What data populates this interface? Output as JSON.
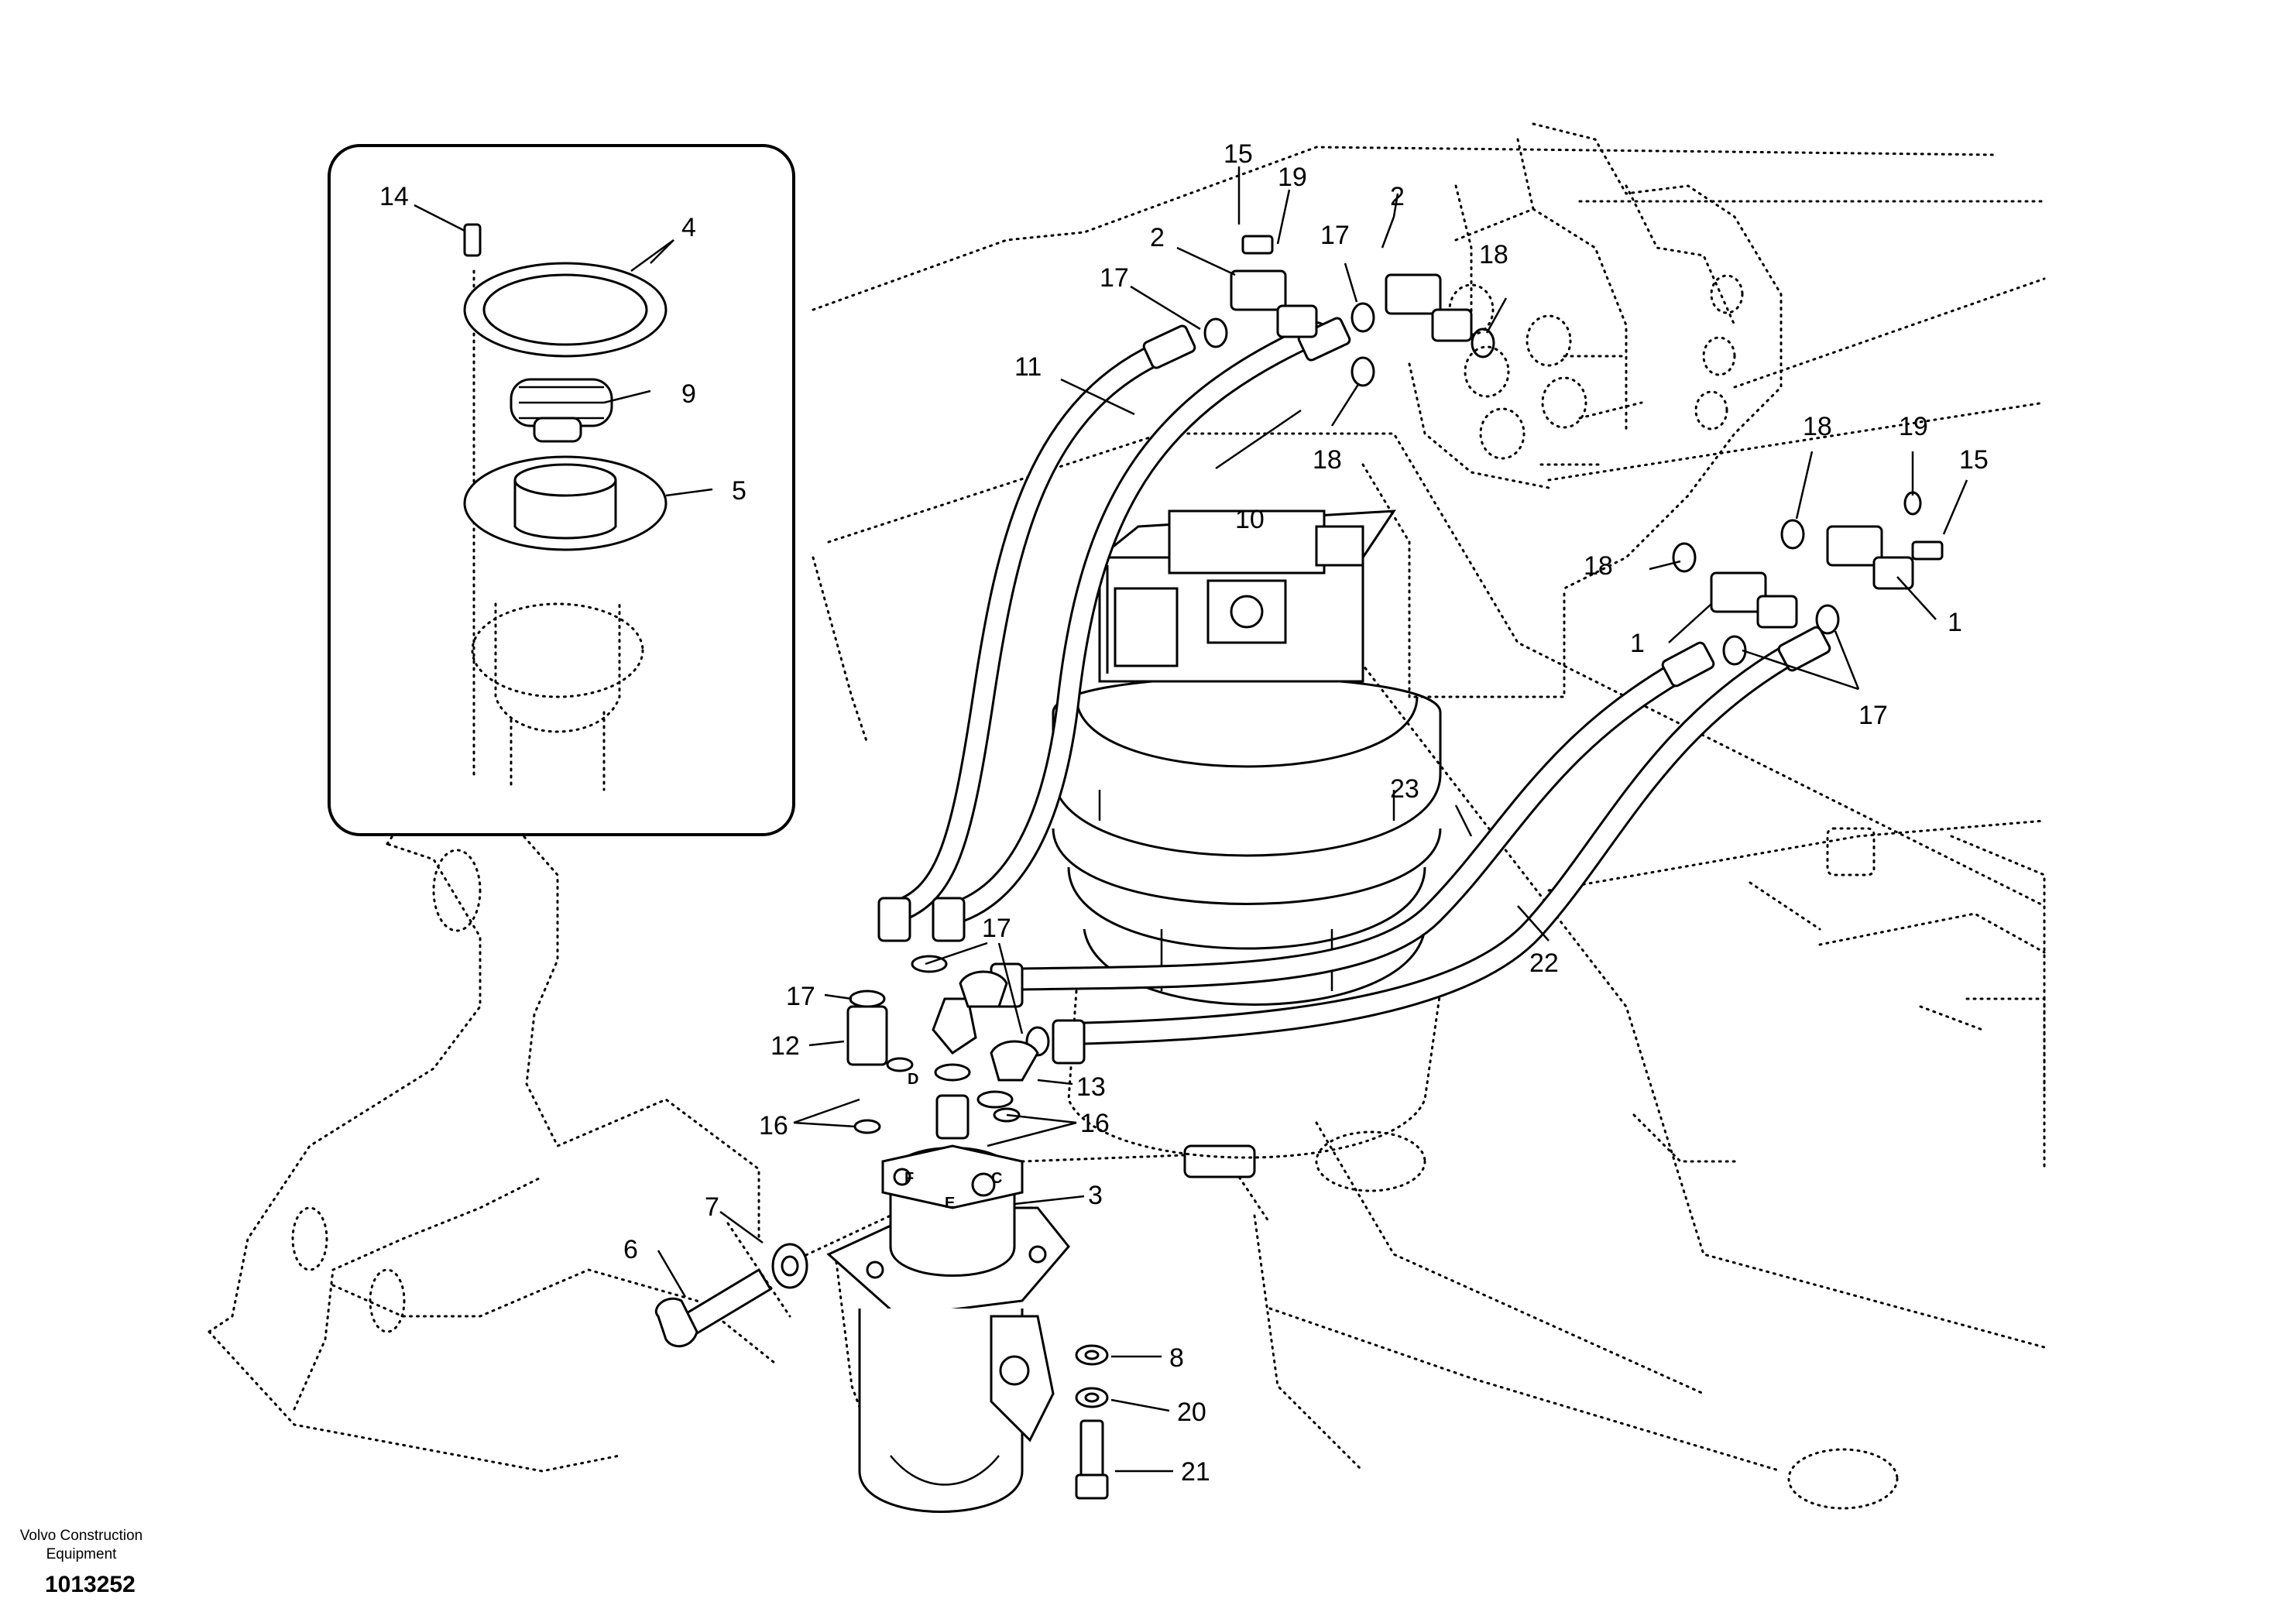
{
  "callouts": {
    "c1a": "1",
    "c1b": "1",
    "c2a": "2",
    "c2b": "2",
    "c3": "3",
    "c4": "4",
    "c5": "5",
    "c6": "6",
    "c7": "7",
    "c8": "8",
    "c9": "9",
    "c10": "10",
    "c11": "11",
    "c12": "12",
    "c13": "13",
    "c14": "14",
    "c15a": "15",
    "c15b": "15",
    "c16a": "16",
    "c16b": "16",
    "c17a": "17",
    "c17b": "17",
    "c17c": "17",
    "c17d": "17",
    "c17e": "17",
    "c18a": "18",
    "c18b": "18",
    "c18c": "18",
    "c18d": "18",
    "c19a": "19",
    "c19b": "19",
    "c20": "20",
    "c21": "21",
    "c22": "22",
    "c23": "23"
  },
  "ports": {
    "p_d": "D",
    "p_f": "F",
    "p_e": "E",
    "p_c": "C"
  },
  "credit": {
    "maker": "Volvo Construction Equipment",
    "illustration_number": "1013252"
  }
}
